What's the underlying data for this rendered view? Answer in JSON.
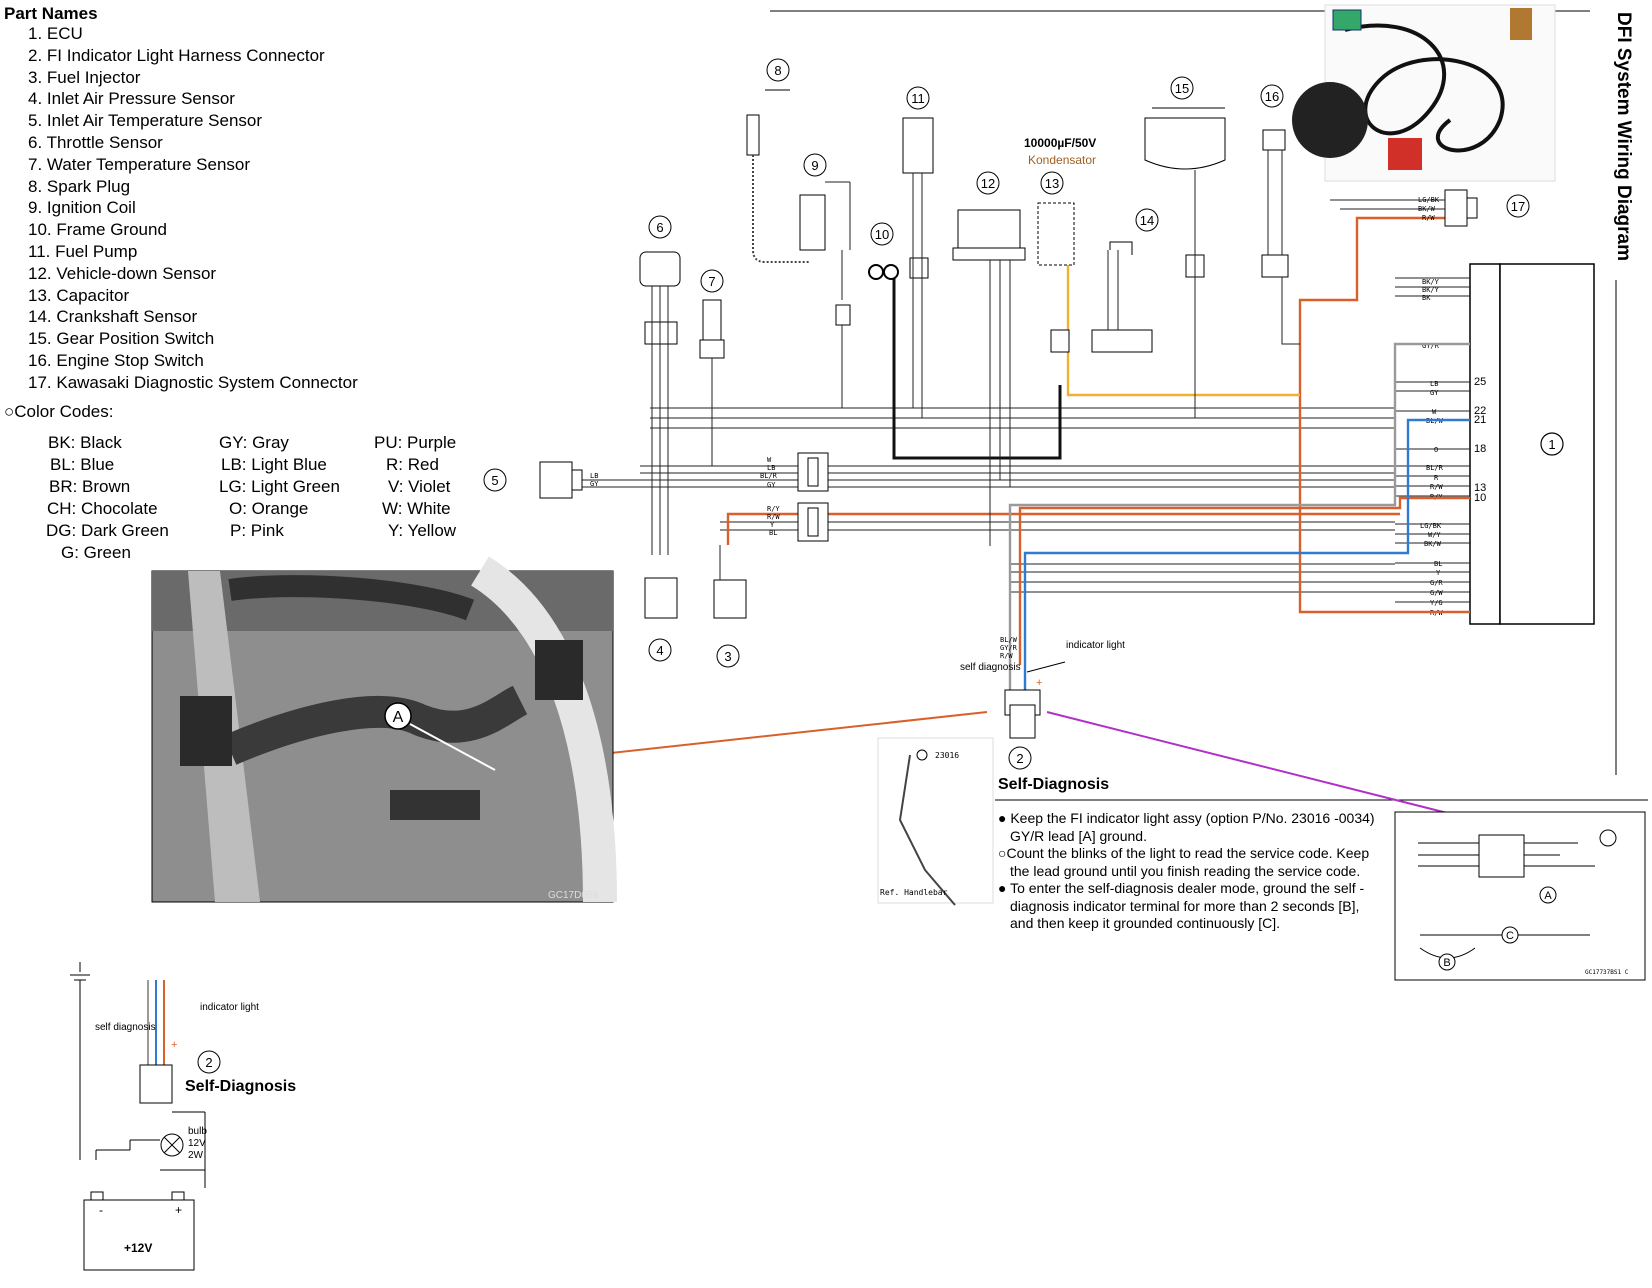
{
  "title_vertical": "DFI System Wiring Diagram",
  "part_names": {
    "title": "Part Names",
    "items": [
      "1. ECU",
      "2. FI Indicator Light Harness Connector",
      "3. Fuel Injector",
      "4. Inlet Air Pressure Sensor",
      "5. Inlet Air Temperature Sensor",
      "6. Throttle Sensor",
      "7. Water Temperature Sensor",
      "8. Spark Plug",
      "9. Ignition Coil",
      "10. Frame Ground",
      "11. Fuel Pump",
      "12. Vehicle-down Sensor",
      "13. Capacitor",
      "14. Crankshaft Sensor",
      "15. Gear Position Switch",
      "16. Engine Stop Switch",
      "17. Kawasaki Diagnostic System Connector"
    ]
  },
  "color_codes": {
    "title": "○Color Codes:",
    "col1": [
      "BK: Black",
      "BL: Blue",
      "BR: Brown",
      "CH: Chocolate",
      "DG: Dark Green",
      "G: Green"
    ],
    "col2": [
      "GY: Gray",
      "LB: Light Blue",
      "LG: Light Green",
      "O: Orange",
      "P: Pink"
    ],
    "col3": [
      "PU: Purple",
      "R: Red",
      "V: Violet",
      "W: White",
      "Y: Yellow"
    ]
  },
  "capacitor": {
    "rating": "10000µF/50V",
    "name": "Kondensator"
  },
  "connector_labels": {
    "self_diagnosis": "self diagnosis",
    "indicator_light": "indicator light",
    "plus": "+"
  },
  "self_diagnosis": {
    "title": "Self-Diagnosis",
    "notes": [
      "● Keep the FI indicator light assy (option P/No. 23016 -0034) GY/R lead [A] ground.",
      "○Count the blinks of the light to read the service code. Keep the lead ground until you finish reading the service code.",
      "● To enter the self-diagnosis dealer mode, ground the self -diagnosis indicator terminal for more than 2 seconds [B], and then keep it grounded continuously [C]."
    ]
  },
  "bottom_schematic": {
    "title": "Self-Diagnosis",
    "bulb": [
      "bulb",
      "12V",
      "2W"
    ],
    "battery": "+12V",
    "minus": "-",
    "plus": "+"
  },
  "photo": {
    "callout": "A",
    "code": "GC17D059"
  },
  "handlebar": {
    "part": "23016",
    "ref": "Ref. Handlebar"
  },
  "sd_figure": {
    "labels": [
      "A",
      "B",
      "C"
    ],
    "code": "GC17737BS1 C"
  },
  "ecu_pins": [
    "25",
    "22",
    "21",
    "18",
    "13",
    "10"
  ],
  "wire_colors": {
    "orange": "#d9602a",
    "blue": "#2f7bd1",
    "gray": "#9a9a9a",
    "yellow": "#f0b030",
    "purple": "#b030c8",
    "black": "#111111"
  },
  "wire_labels": {
    "c17": [
      "LG/BK",
      "BK/W",
      "R/W"
    ],
    "ecu_top": [
      "BK/Y",
      "BK/Y",
      "BK"
    ],
    "ecu_gyr": "GY/R",
    "ecu_25": [
      "LB",
      "GY"
    ],
    "ecu_22": [
      "W",
      "BL/W"
    ],
    "ecu_18": "O",
    "ecu_13": [
      "BL/R",
      "R",
      "R/W",
      "R/Y"
    ],
    "ecu_low": [
      "LG/BK",
      "W/Y",
      "BK/W"
    ],
    "ecu_bottom": [
      "BL",
      "Y",
      "G/R",
      "G/W",
      "Y/G",
      "R/W"
    ],
    "c5": [
      "LB",
      "GY"
    ],
    "junction_upper": [
      "W",
      "LB",
      "BL/R",
      "GY"
    ],
    "junction_lower": [
      "R/Y",
      "R/W",
      "Y",
      "BL"
    ],
    "c2": [
      "BL/W",
      "GY/R",
      "R/W"
    ]
  }
}
